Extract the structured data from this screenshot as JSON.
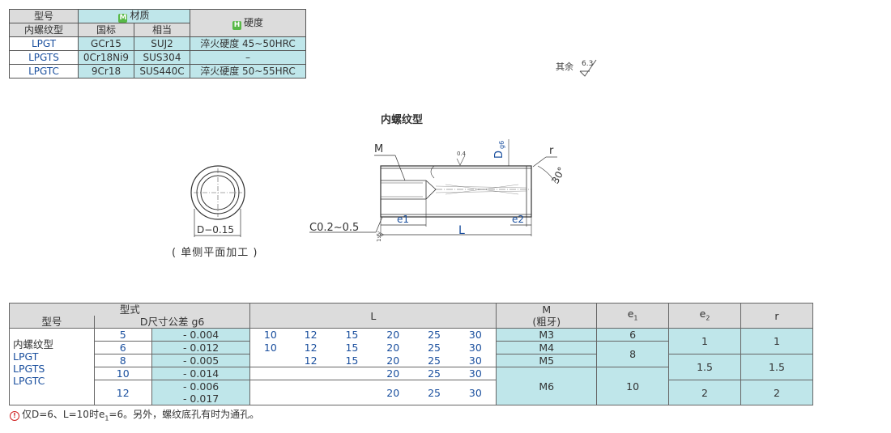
{
  "material_table": {
    "h_model": "型号",
    "h_material": "材质",
    "h_hardness": "硬度",
    "sub_type": "内螺纹型",
    "sub_std": "国标",
    "sub_eq": "相当",
    "badge_m": "M",
    "badge_h": "H",
    "rows": [
      {
        "model": "LPGT",
        "std": "GCr15",
        "eq": "SUJ2",
        "hardness": "淬火硬度 45~50HRC"
      },
      {
        "model": "LPGTS",
        "std": "0Cr18Ni9",
        "eq": "SUS304",
        "hardness": "–"
      },
      {
        "model": "LPGTC",
        "std": "9Cr18",
        "eq": "SUS440C",
        "hardness": "淬火硬度 50~55HRC"
      }
    ]
  },
  "roughness": {
    "label": "其余",
    "value": "6.3"
  },
  "drawing": {
    "title": "内螺纹型",
    "caption": "( 单侧平面加工 )",
    "dim_d": "D−0.15",
    "label_m": "M",
    "label_r": "r",
    "label_d": "D",
    "label_dsub": "g6",
    "label_angle": "30°",
    "label_chamfer": "C0.2~0.5",
    "label_e1": "e1",
    "label_e2": "e2",
    "label_l": "L",
    "rough_top": "0.4",
    "rough_left": "1.6"
  },
  "main_table": {
    "h_type": "型式",
    "h_model": "型号",
    "h_d": "D尺寸公差 g6",
    "h_l": "L",
    "h_m": "M",
    "h_m2": "(粗牙)",
    "h_e1": "e1",
    "h_e2": "e2",
    "h_r": "r",
    "left_labels": [
      "内螺纹型",
      "LPGT",
      "LPGTS",
      "LPGTC"
    ],
    "rows": [
      {
        "d": "5",
        "tol": "- 0.004",
        "l": [
          "10",
          "12",
          "15",
          "20",
          "25",
          "30"
        ],
        "m": "M3",
        "e1": "6"
      },
      {
        "d": "6",
        "tol": "- 0.012",
        "l": [
          "10",
          "12",
          "15",
          "20",
          "25",
          "30"
        ],
        "m": "M4"
      },
      {
        "d": "8",
        "tol": "- 0.005",
        "l": [
          "",
          "12",
          "15",
          "20",
          "25",
          "30"
        ],
        "m": "M5"
      },
      {
        "d": "10",
        "tol": "- 0.014",
        "l": [
          "",
          "",
          "",
          "20",
          "25",
          "30"
        ]
      },
      {
        "d": "12",
        "tol": "- 0.006",
        "tol2": "- 0.017",
        "l": [
          "",
          "",
          "",
          "20",
          "25",
          "30"
        ]
      }
    ],
    "m6": "M6",
    "e1_8": "8",
    "e1_10": "10",
    "e2": [
      "1",
      "1.5",
      "2"
    ],
    "r": [
      "1",
      "1.5",
      "2"
    ]
  },
  "note": {
    "icon": "!",
    "text_a": "仅D=6、L=10时e",
    "sub": "1",
    "text_b": "=6。另外，螺纹底孔有时为通孔。"
  }
}
